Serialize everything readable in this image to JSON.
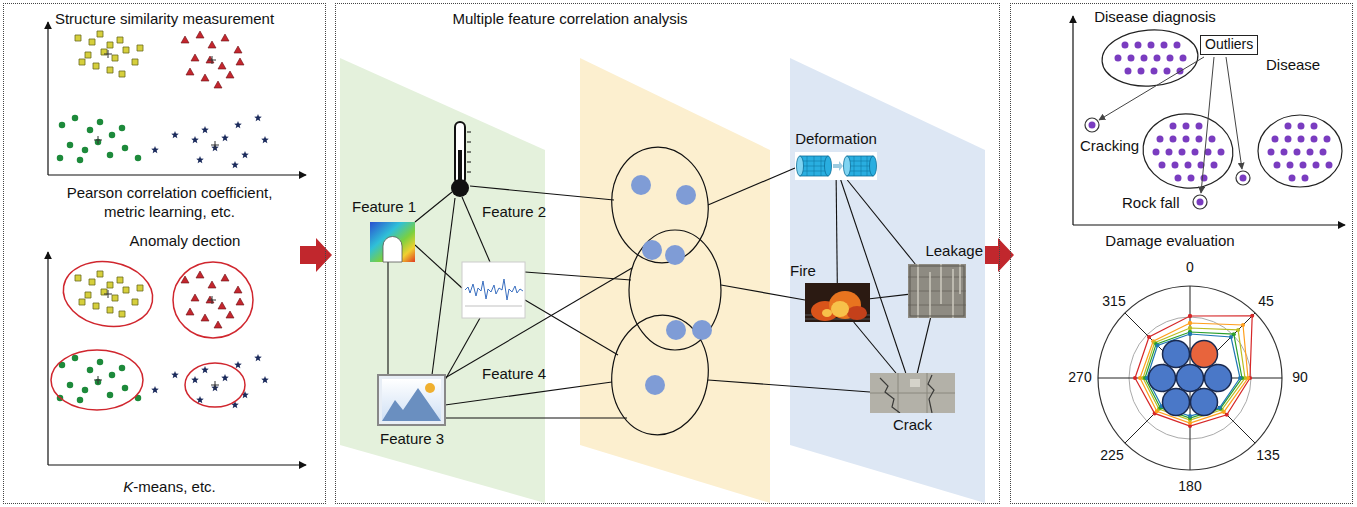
{
  "diagram": {
    "nodes": [
      {
        "text": [
          "Structure similarity measurement",
          "Pearson correlation coefficient, metric learning, etc.",
          "Anomaly dection",
          "K-means, etc."
        ]
      },
      {
        "text": [
          "Multiple feature correlation analysis"
        ]
      },
      {
        "text": [
          "Deformation"
        ],
        "in": 1
      },
      {
        "text": [
          "Leakage"
        ],
        "in": 1
      },
      {
        "text": [
          "Fire"
        ],
        "in": 1
      },
      {
        "text": [
          "Crack"
        ],
        "in": 1
      },
      {
        "text": [
          "Disease diagnosis",
          "Damage evaluation"
        ]
      },
      {
        "text": [
          "Outliers"
        ],
        "in": 6
      }
    ],
    "edges": [
      {
        "from": 2,
        "to": 3,
        "arrow": "none"
      },
      {
        "from": 2,
        "to": 4,
        "arrow": "none"
      },
      {
        "from": 2,
        "to": 5,
        "arrow": "none"
      },
      {
        "from": 4,
        "to": 3,
        "arrow": "none"
      },
      {
        "from": 4,
        "to": 5,
        "arrow": "none"
      },
      {
        "from": 3,
        "to": 5,
        "arrow": "none"
      }
    ],
    "labels": [
      "Feature 1",
      "Feature 2",
      "Feature 3",
      "Feature 4",
      "Cracking",
      "Disease",
      "Rock fall",
      "0",
      "45",
      "90",
      "135",
      "180",
      "225",
      "270",
      "315"
    ]
  }
}
